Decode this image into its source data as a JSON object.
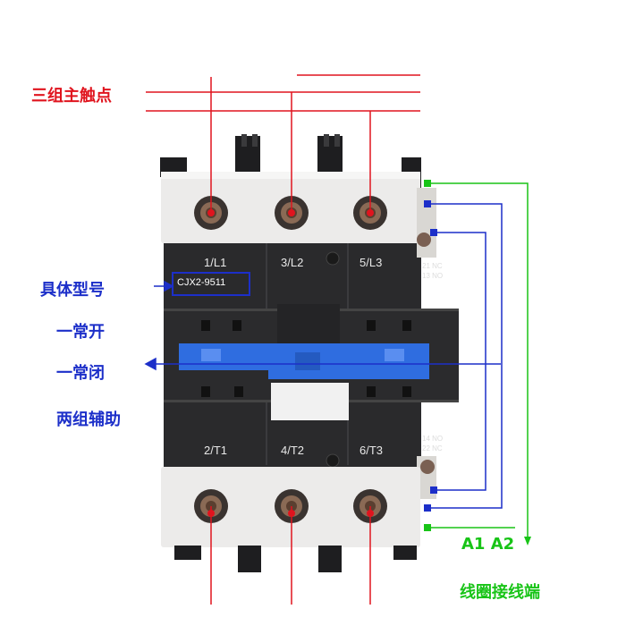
{
  "labels": {
    "main_contacts": "三组主触点",
    "model_label": "具体型号",
    "no_contact": "一常开",
    "nc_contact": "一常闭",
    "aux_two_groups": "两组辅助",
    "coil_a1_a2": "A1  A2",
    "coil_terminal": "线圈接线端"
  },
  "device": {
    "model": "CJX2-9511",
    "top_terminals": [
      "1/L1",
      "3/L2",
      "5/L3"
    ],
    "bottom_terminals": [
      "2/T1",
      "4/T2",
      "6/T3"
    ],
    "aux_top": [
      "21 NC",
      "13 NO"
    ],
    "aux_bottom": [
      "14 NO",
      "22 NC"
    ]
  },
  "colors": {
    "red": "#e0141e",
    "blue": "#1c2fc9",
    "green": "#18c417",
    "body": "#2a2a2c",
    "white_housing": "#ecebea",
    "blue_actuator": "#2f6de0"
  }
}
